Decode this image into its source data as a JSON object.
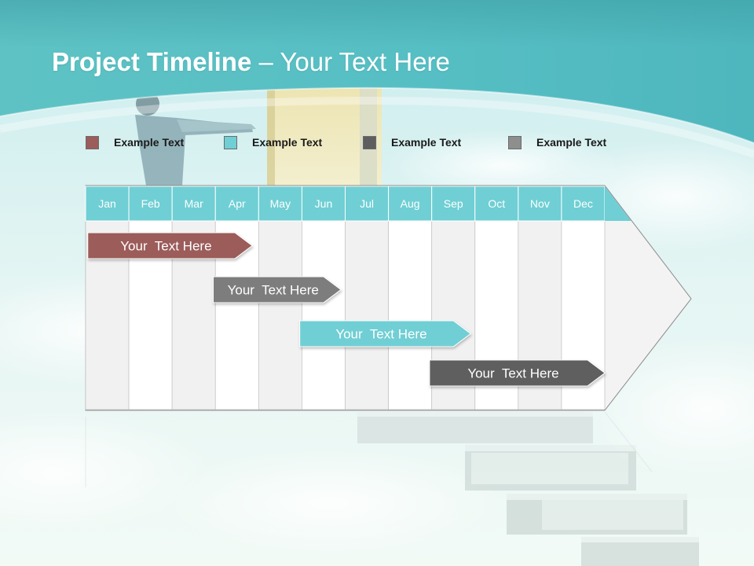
{
  "title": {
    "bold": "Project Timeline",
    "rest": " – Your Text Here"
  },
  "colors": {
    "header": "#4fc0c6",
    "month_header": "#6fcfd4",
    "phase_red": "#9b5c5a",
    "phase_gray": "#7d7d7d",
    "phase_teal": "#6fcfd4",
    "phase_dark": "#5e5e5e",
    "legend_gray": "#8e8e8e"
  },
  "legend": [
    {
      "label": "Example Text",
      "color": "#9b5c5a",
      "swatch_icon": "square-swatch"
    },
    {
      "label": "Example Text",
      "color": "#6fcfd4",
      "swatch_icon": "square-swatch"
    },
    {
      "label": "Example Text",
      "color": "#5e5e5e",
      "swatch_icon": "square-swatch"
    },
    {
      "label": "Example Text",
      "color": "#8e8e8e",
      "swatch_icon": "square-swatch"
    }
  ],
  "timeline": {
    "months": [
      "Jan",
      "Feb",
      "Mar",
      "Apr",
      "May",
      "Jun",
      "Jul",
      "Aug",
      "Sep",
      "Oct",
      "Nov",
      "Dec"
    ],
    "bars": [
      {
        "label": "Your  Text Here",
        "start_month": 0.05,
        "end_month": 3.85,
        "color": "#9b5c5a"
      },
      {
        "label": "Your  Text Here",
        "start_month": 2.95,
        "end_month": 5.9,
        "color": "#7d7d7d"
      },
      {
        "label": "Your  Text Here",
        "start_month": 4.95,
        "end_month": 8.9,
        "color": "#6fcfd4"
      },
      {
        "label": "Your  Text Here",
        "start_month": 7.95,
        "end_month": 12.0,
        "color": "#5e5e5e"
      }
    ]
  }
}
